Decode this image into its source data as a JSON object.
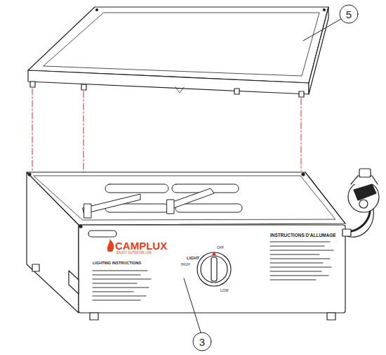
{
  "diagram": {
    "labels": [
      "5",
      "3",
      "CAMPLUX",
      "ENJOY OUTDOOR LIFE",
      "LIGHTING INSTRUCTIONS",
      "INSTRUCTIONS D'ALLUMAGE",
      "OFF",
      "LIGHT",
      "HIGH",
      "LOW"
    ]
  }
}
